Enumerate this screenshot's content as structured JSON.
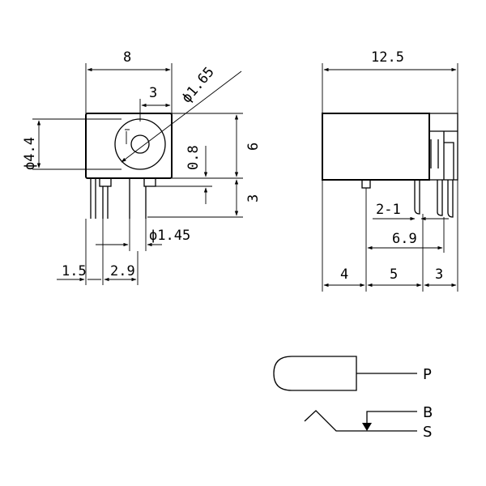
{
  "front_view": {
    "dim_width": "8",
    "dim_hole_offset": "3",
    "dim_hole_dia": "ϕ1.65",
    "dim_outer_dia": "ϕ4.4",
    "dim_pin_height": "0.8",
    "dim_body_height": "6",
    "dim_pin_length": "3",
    "dim_pin_dia": "ϕ1.45",
    "dim_left_pin": "1.5",
    "dim_pin_spacing": "2.9"
  },
  "side_view": {
    "dim_length": "12.5",
    "dim_pin_group": "2-1",
    "dim_pin_offset": "6.9",
    "dim_seg1": "4",
    "dim_seg2": "5",
    "dim_seg3": "3"
  },
  "schematic": {
    "pin_p": "P",
    "pin_b": "B",
    "pin_s": "S"
  }
}
